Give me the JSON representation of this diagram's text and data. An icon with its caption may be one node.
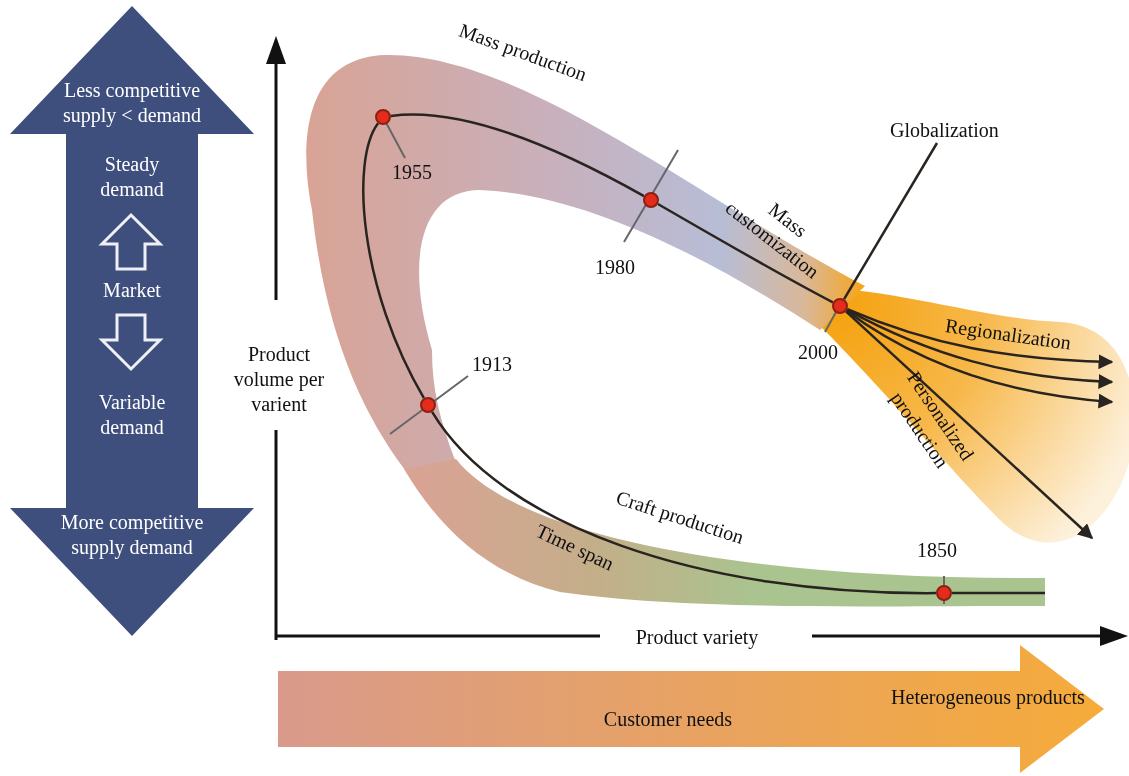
{
  "diagram": {
    "nodes": [
      {
        "text": [
          "Less competitive supply < demand",
          "Steady demand",
          "Market",
          "Variable demand",
          "More competitive supply demand"
        ]
      },
      {
        "text": [
          "Customer needs",
          "Heterogeneous products"
        ]
      },
      {
        "text": [],
        "shape": "circle",
        "beside": [
          "1955"
        ]
      },
      {
        "text": [],
        "shape": "circle",
        "beside": [
          "1913"
        ]
      },
      {
        "text": [],
        "shape": "circle",
        "beside": [
          "1980"
        ]
      },
      {
        "text": [],
        "shape": "circle",
        "beside": [
          "2000"
        ]
      },
      {
        "text": [],
        "shape": "circle",
        "beside": [
          "1850"
        ]
      },
      {
        "text": [
          "Globalization"
        ]
      }
    ],
    "edges": [
      {
        "from": 6,
        "to": 3,
        "arrow": "none"
      },
      {
        "from": 3,
        "to": 2,
        "arrow": "none"
      },
      {
        "from": 2,
        "to": 4,
        "arrow": "none"
      },
      {
        "from": 4,
        "to": 5,
        "arrow": "none"
      },
      {
        "from": 5,
        "to": null,
        "arrow": "to"
      },
      {
        "from": 5,
        "to": null,
        "arrow": "to"
      },
      {
        "from": 5,
        "to": null,
        "arrow": "to"
      },
      {
        "from": 5,
        "to": null,
        "arrow": "to"
      },
      {
        "from": 7,
        "to": 5,
        "arrow": "none"
      }
    ],
    "labels": [
      "Mass production",
      "Mass customization",
      "Regionalization",
      "Product volume per varient",
      "Personalized production",
      "Craft production",
      "Time span",
      "Product variety"
    ]
  }
}
